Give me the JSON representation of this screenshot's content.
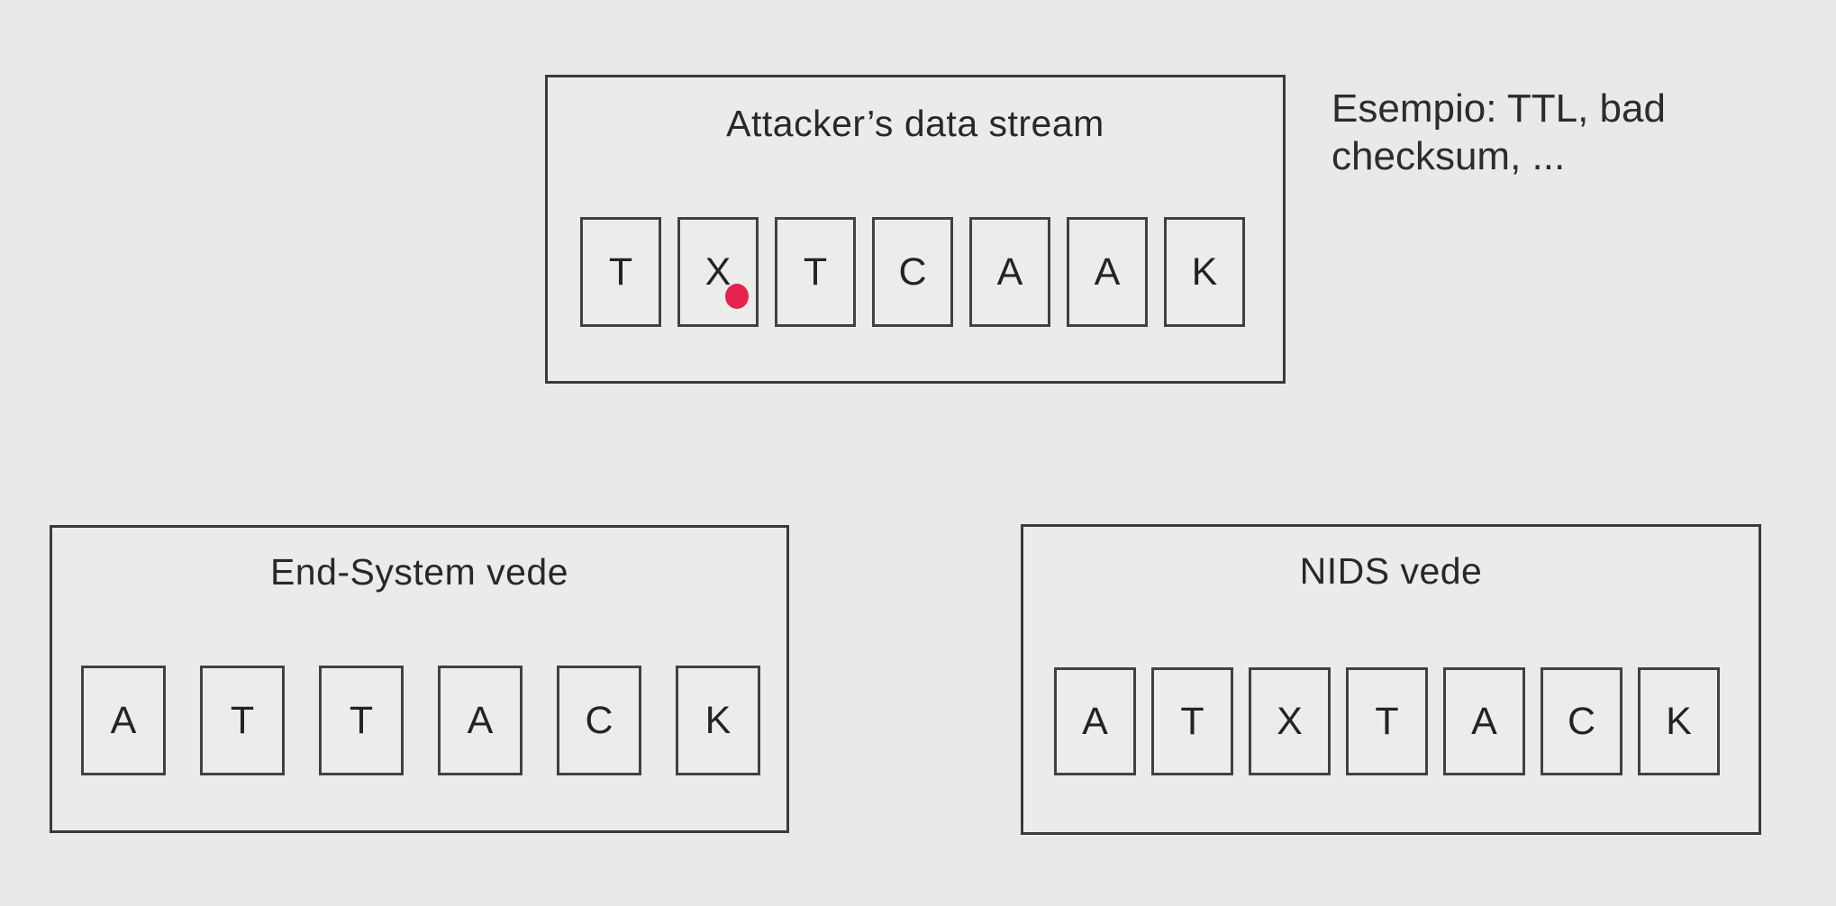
{
  "attacker_panel": {
    "title": "Attacker’s data stream",
    "letters": [
      "T",
      "X",
      "T",
      "C",
      "A",
      "A",
      "K"
    ],
    "inserted_letter": "X",
    "inserted_letter_index": 1
  },
  "note": {
    "lines": [
      "Esempio: TTL, bad",
      "checksum, ..."
    ]
  },
  "end_system_panel": {
    "title": "End-System vede",
    "letters": [
      "A",
      "T",
      "T",
      "A",
      "C",
      "K"
    ]
  },
  "nids_panel": {
    "title": "NIDS vede",
    "letters": [
      "A",
      "T",
      "X",
      "T",
      "A",
      "C",
      "K"
    ]
  },
  "colors": {
    "background": "#e9e9ea",
    "panel_border": "#3b3b3d",
    "text": "#28282c",
    "insertion_marker": "#e5234f"
  }
}
